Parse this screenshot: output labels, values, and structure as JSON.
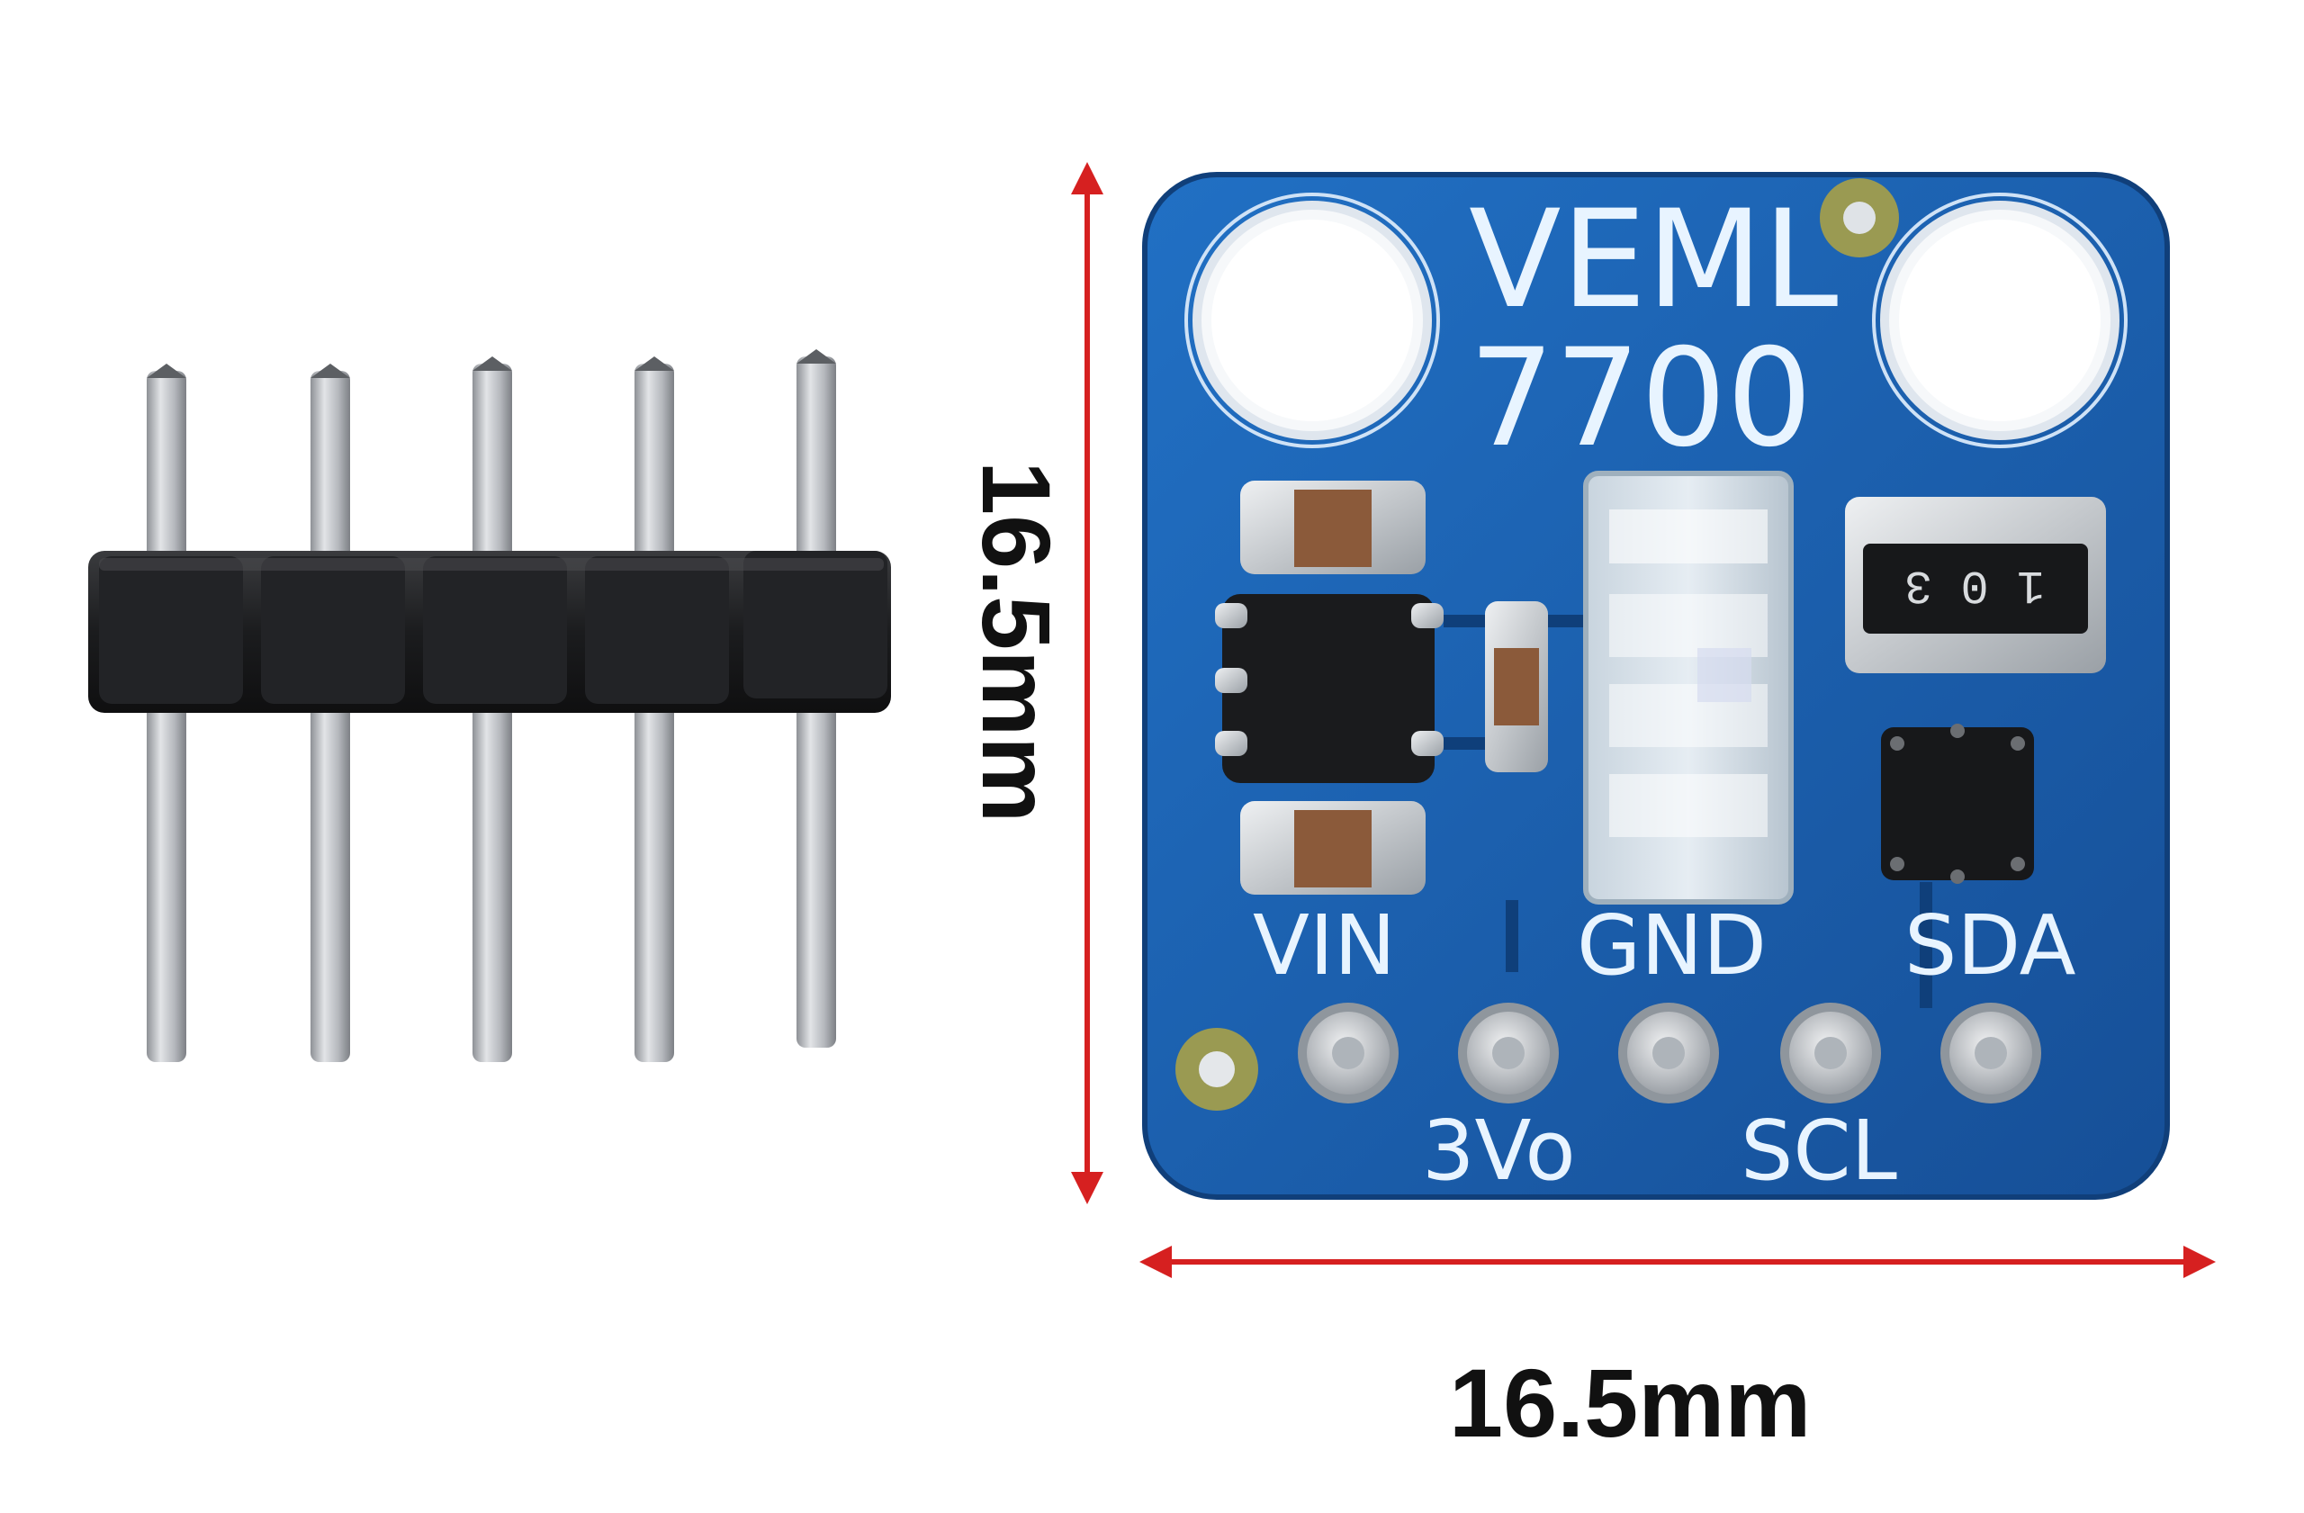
{
  "board": {
    "title_line1": "VEML",
    "title_line2": "7700",
    "chip_marking": "1 0 3",
    "colors": {
      "pcb": "#1b5fae",
      "pcb_edge": "#2b74c8",
      "silkscreen": "#e8f4ff",
      "pad": "#c9ccd0"
    },
    "pins_top": [
      {
        "label": "VIN"
      },
      {
        "label": "GND"
      },
      {
        "label": "SDA"
      }
    ],
    "pins_bottom": [
      {
        "label": "3Vo"
      },
      {
        "label": "SCL"
      }
    ]
  },
  "header_pins": {
    "count": 5,
    "colors": {
      "plastic": "#1c1d1f",
      "metal": "#b9bcc0"
    }
  },
  "dimensions": {
    "height_label": "16.5mm",
    "width_label": "16.5mm",
    "arrow_color": "#d62020"
  }
}
